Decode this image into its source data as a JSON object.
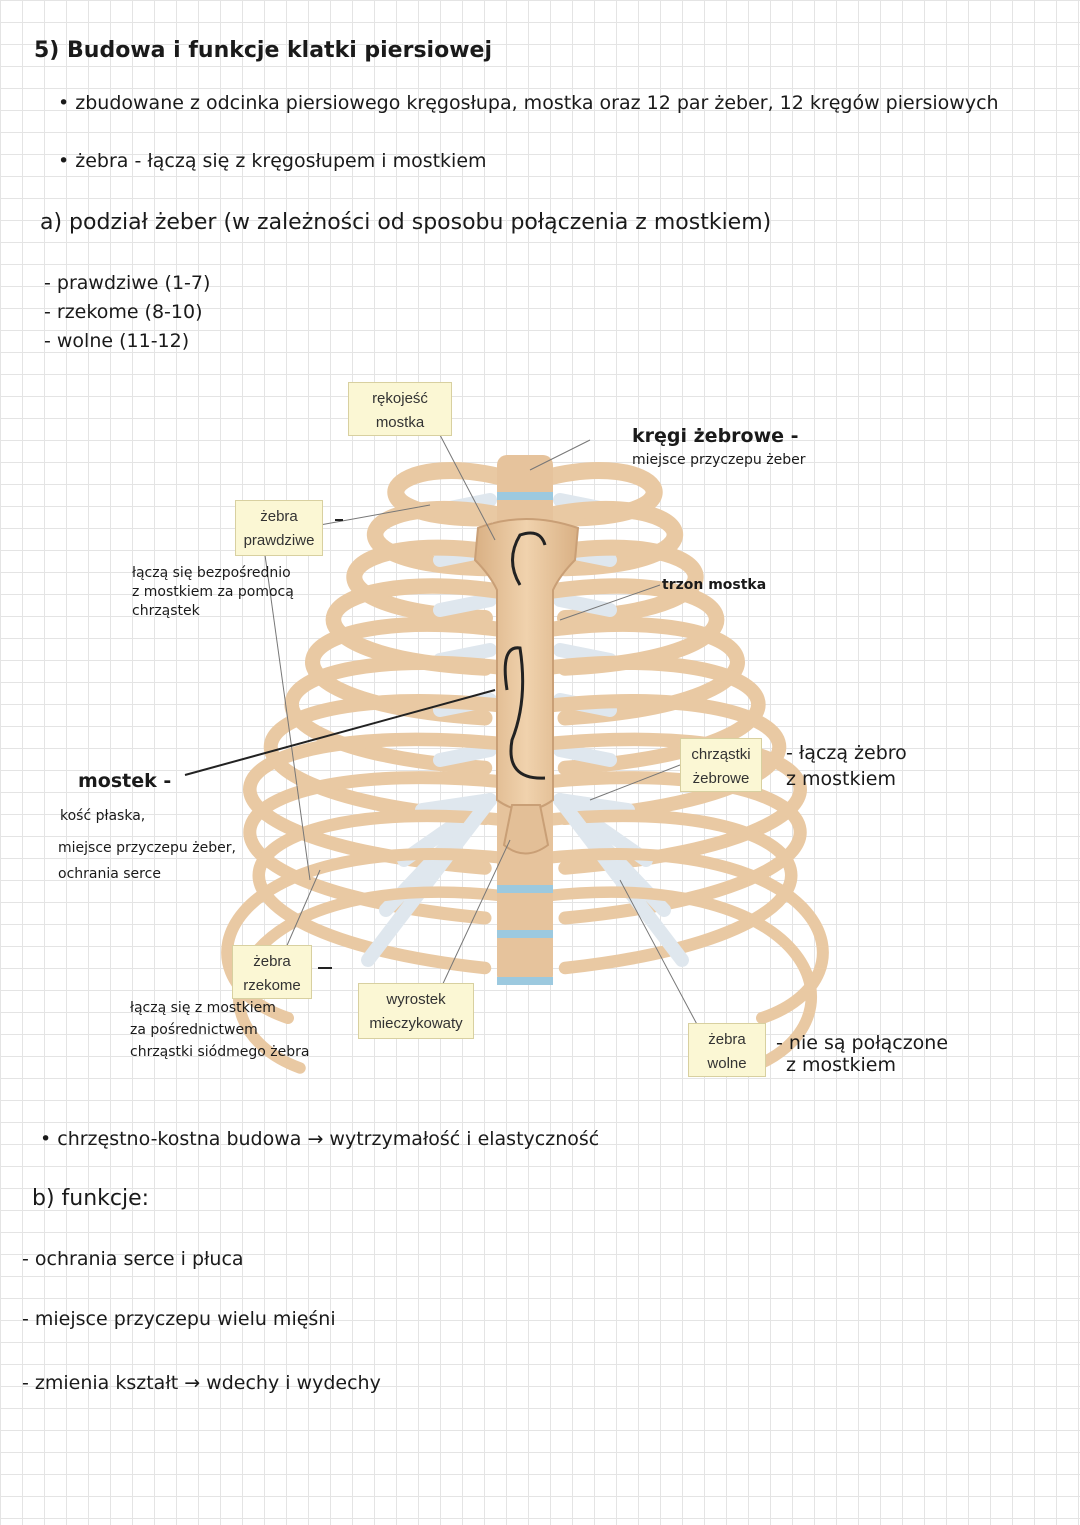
{
  "heading": "5) Budowa i funkcje klatki piersiowej",
  "bullets": [
    "• zbudowane z odcinka piersiowego kręgosłupa, mostka oraz 12 par żeber, 12 kręgów piersiowych",
    "• żebra - łączą się z kręgosłupem i mostkiem"
  ],
  "section_a": {
    "title": "a) podział żeber (w zależności od sposobu połączenia z mostkiem)",
    "items": [
      "- prawdziwe (1-7)",
      "- rzekome (8-10)",
      "- wolne (11-12)"
    ]
  },
  "diagram": {
    "labels": {
      "manubrium": [
        "rękojeść",
        "mostka"
      ],
      "true_ribs": [
        "żebra",
        "prawdziwe"
      ],
      "cartilage": [
        "chrząstki",
        "żebrowe"
      ],
      "false_ribs": [
        "żebra",
        "rzekome"
      ],
      "xiphoid": [
        "wyrostek",
        "mieczykowaty"
      ],
      "floating_ribs": [
        "żebra",
        "wolne"
      ]
    },
    "notes": {
      "vertebrae_title": "kręgi żebrowe -",
      "vertebrae_desc": "miejsce przyczepu żeber",
      "true_ribs": [
        "łączą się bezpośrednio",
        "z mostkiem za pomocą",
        "chrząstek"
      ],
      "body_of_sternum": "trzon mostka",
      "cartilage": [
        "- łączą żebro",
        "z mostkiem"
      ],
      "sternum": [
        "mostek -",
        "kość płaska,",
        "miejsce przyczepu żeber,",
        "ochrania serce"
      ],
      "false_ribs": [
        "łączą się z mostkiem",
        "za pośrednictwem",
        "chrząstki siódmego żebra"
      ],
      "floating_ribs": [
        "- nie są połączone",
        "z mostkiem"
      ]
    }
  },
  "structure_note": "• chrzęstno-kostna budowa → wytrzymałość i elastyczność",
  "section_b": {
    "title": "b) funkcje:",
    "items": [
      "- ochrania serce   i płuca",
      "- miejsce przyczepu wielu mięśni",
      "- zmienia kształt → wdechy i wydechy"
    ]
  },
  "colors": {
    "bone": "#e9c9a3",
    "bone_dark": "#c99f76",
    "cartilage": "#dfe7ee",
    "disc": "#9cc9df",
    "label_bg": "#fbf7d4"
  }
}
